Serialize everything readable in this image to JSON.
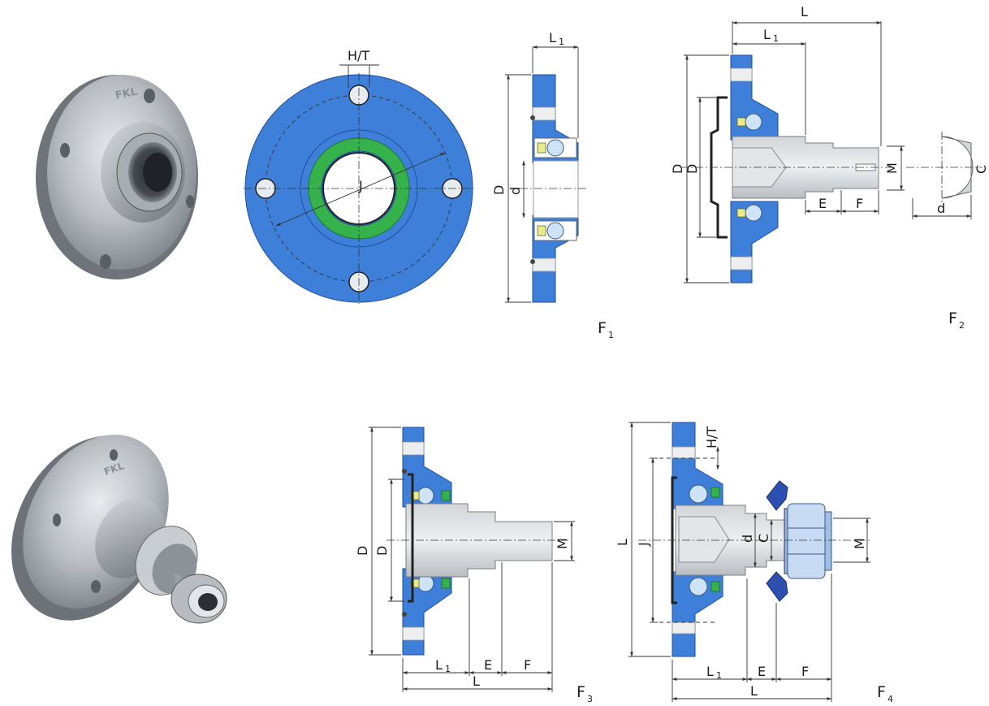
{
  "figures": [
    {
      "id": "F1",
      "label": "F",
      "sub": "1"
    },
    {
      "id": "F2",
      "label": "F",
      "sub": "2"
    },
    {
      "id": "F3",
      "label": "F",
      "sub": "3"
    },
    {
      "id": "F4",
      "label": "F",
      "sub": "4"
    }
  ],
  "labels": {
    "ht": "H/T",
    "J": "J",
    "L": "L",
    "L1": "L",
    "one": "1",
    "D": "D",
    "D1": "D",
    "d": "d",
    "d1": "d",
    "M": "M",
    "E": "E",
    "F": "F",
    "C": "C",
    "C_rot": "C"
  },
  "photos": {
    "top_brand": "FKL",
    "bottom_brand": "FKL"
  },
  "colors": {
    "body_blue": "#3d7fd9",
    "seal_green": "#35b24a",
    "shaft_grey": "#d9dcdf",
    "cage_yellow": "#e8ec8a",
    "nut_blue": "#c7dcf2"
  }
}
